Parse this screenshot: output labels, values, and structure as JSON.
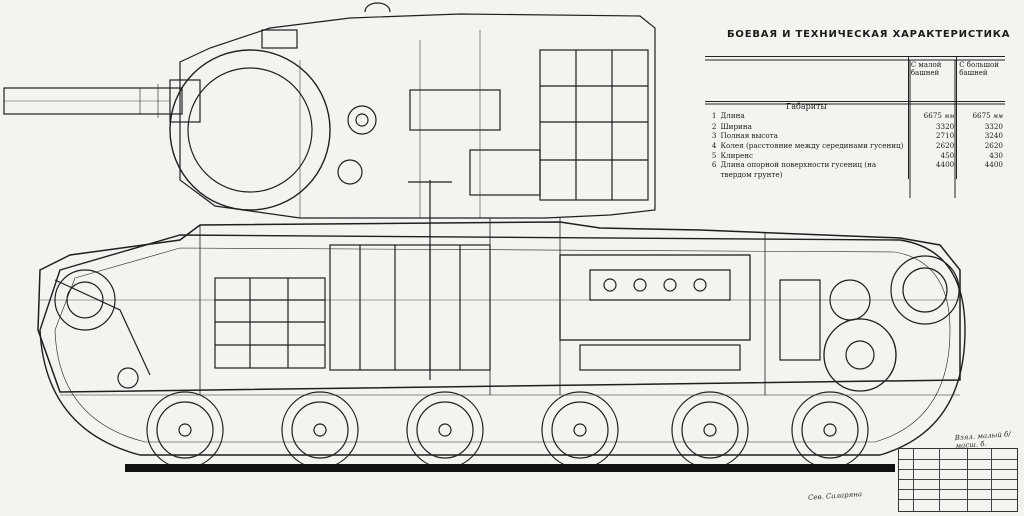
{
  "spec_table": {
    "title": "БОЕВАЯ И ТЕХНИЧЕСКАЯ ХАРАКТЕРИСТИКА",
    "col_small_turret": "С малой башней",
    "col_large_turret": "С большой башней",
    "group": "Габариты",
    "unit": "мм",
    "rows": [
      {
        "n": "1",
        "param": "Длина",
        "small": "6675",
        "large": "6675"
      },
      {
        "n": "2",
        "param": "Ширина",
        "small": "3320",
        "large": "3320"
      },
      {
        "n": "3",
        "param": "Полная высота",
        "small": "2710",
        "large": "3240"
      },
      {
        "n": "4",
        "param": "Колея (расстояние между серединами гусениц)",
        "small": "2620",
        "large": "2620"
      },
      {
        "n": "5",
        "param": "Клиренс",
        "small": "450",
        "large": "430"
      },
      {
        "n": "6",
        "param": "Длина опорной поверхности гусениц (на твердом грунте)",
        "small": "4400",
        "large": "4400"
      }
    ]
  },
  "annotations": {
    "author_signature": "Сев. Саларяна",
    "copy_note": "Взял. малый б/ масш. б."
  },
  "colors": {
    "paper": "#f4f3ef",
    "ink": "#1c1c1c",
    "ground": "#111111"
  }
}
